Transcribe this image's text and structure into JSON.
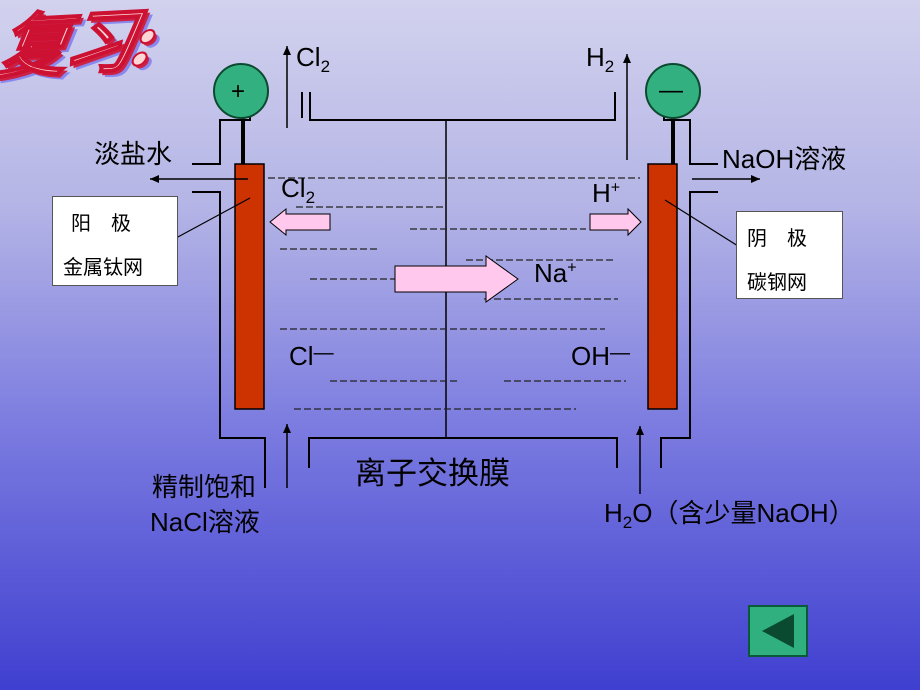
{
  "slide": {
    "title": "复习:",
    "anode_symbol": "+",
    "cathode_symbol": "—",
    "gas_left_top": "Cl",
    "gas_left_top_sub": "2",
    "gas_right_top": "H",
    "gas_right_top_sub": "2",
    "left_outlet": "淡盐水",
    "right_outlet": "NaOH溶液",
    "anode_box_line1": "阳　极",
    "anode_box_line2": "金属钛网",
    "cathode_box_line1": "阴　极",
    "cathode_box_line2": "碳钢网",
    "cl2_in_cell": "Cl",
    "cl2_in_cell_sub": "2",
    "h_plus": "H",
    "h_plus_sup": "+",
    "na_plus": "Na",
    "na_plus_sup": "+",
    "cl_minus": "Cl",
    "oh_minus": "OH",
    "minus_sign": "—",
    "membrane_label": "离子交换膜",
    "left_inlet_line1": "精制饱和",
    "left_inlet_line2": "NaCl溶液",
    "right_inlet_h": "H",
    "right_inlet_sub": "2",
    "right_inlet_rest": "O（含少量NaOH）"
  },
  "colors": {
    "electrode": "#cc3300",
    "terminal": "#33b080",
    "ion_arrow": "#ffc8ec"
  },
  "icons": {
    "back_button": "back-triangle-icon"
  }
}
